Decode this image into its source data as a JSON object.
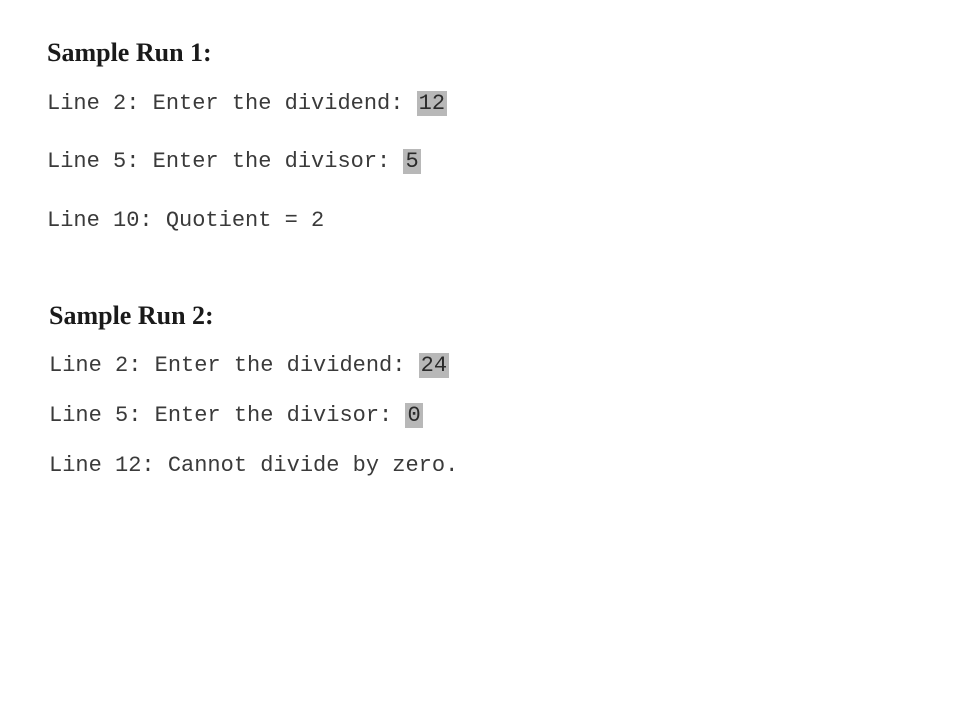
{
  "runs": [
    {
      "heading": "Sample Run 1:",
      "lines": [
        {
          "prompt": "Line 2: Enter the dividend: ",
          "input": "12"
        },
        {
          "prompt": "Line 5: Enter the divisor: ",
          "input": "5"
        },
        {
          "text": "Line 10: Quotient = 2"
        }
      ]
    },
    {
      "heading": "Sample Run 2:",
      "lines": [
        {
          "prompt": "Line 2: Enter the dividend: ",
          "input": "24"
        },
        {
          "prompt": "Line 5: Enter the divisor: ",
          "input": "0"
        },
        {
          "text": "Line 12: Cannot divide by zero."
        }
      ]
    }
  ]
}
